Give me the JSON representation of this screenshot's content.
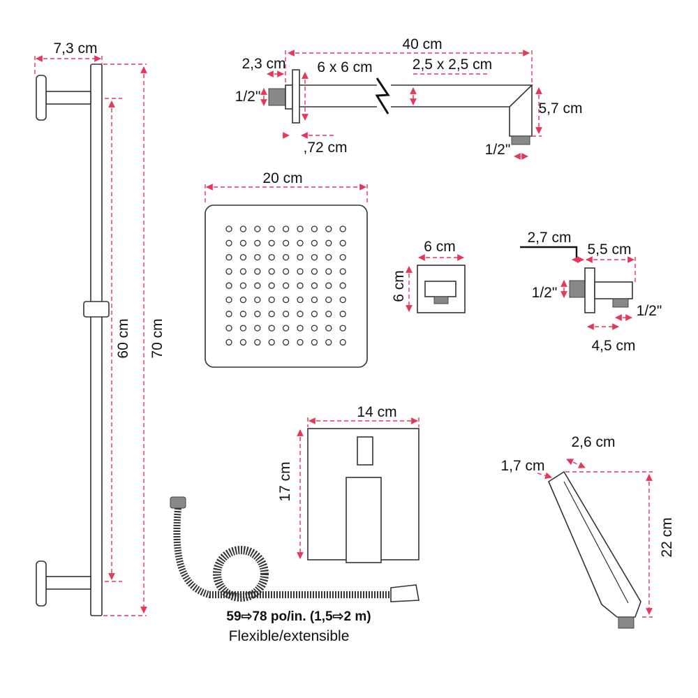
{
  "colors": {
    "dimension": "#e8365a",
    "outline": "#333333"
  },
  "slide_bar": {
    "width": "7,3 cm",
    "slide_length": "60 cm",
    "total_length": "70 cm"
  },
  "shower_arm": {
    "length": "40 cm",
    "thread_length": "2,3 cm",
    "flange": "6 x 6 cm",
    "arm_section": "2,5 x 2,5 cm",
    "inlet_thread": "1/2\"",
    "drop": "5,7 cm",
    "flange_thickness": ",72 cm",
    "outlet_thread": "1/2\""
  },
  "shower_head": {
    "width": "20 cm"
  },
  "wall_cover": {
    "width": "6 cm",
    "height": "6 cm"
  },
  "elbow": {
    "thread_length": "2,7 cm",
    "length": "5,5 cm",
    "inlet_thread": "1/2\"",
    "outlet_thread": "1/2\"",
    "outlet_offset": "4,5 cm"
  },
  "valve_plate": {
    "width": "14 cm",
    "height": "17 cm"
  },
  "hand_shower": {
    "width": "2,6 cm",
    "depth": "1,7 cm",
    "length": "22 cm"
  },
  "hose": {
    "length": "59⇨78 po/in. (1,5⇨2 m)",
    "description": "Flexible/extensible"
  }
}
